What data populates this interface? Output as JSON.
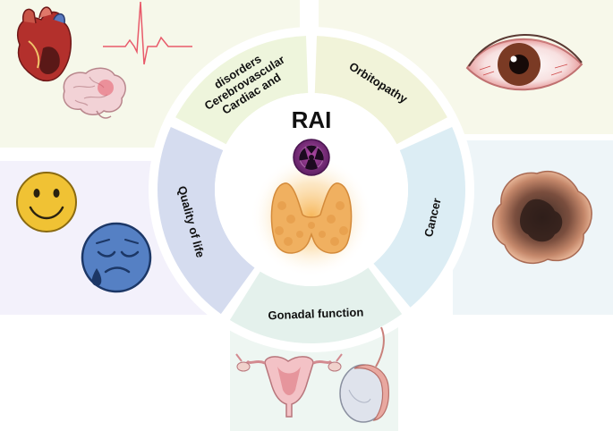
{
  "center": {
    "title": "RAI"
  },
  "segments": [
    {
      "id": "cardiac",
      "lines": [
        "Cardiac and",
        "Cerebrovascular",
        "disorders"
      ],
      "color": "#eef5dc"
    },
    {
      "id": "orbitopathy",
      "lines": [
        "Orbitopathy"
      ],
      "color": "#f1f3d9"
    },
    {
      "id": "cancer",
      "lines": [
        "Cancer"
      ],
      "color": "#dcedf4"
    },
    {
      "id": "gonadal",
      "lines": [
        "Gonadal function"
      ],
      "color": "#e4f1ec"
    },
    {
      "id": "quality",
      "lines": [
        "Quality of life"
      ],
      "color": "#d5dcef"
    }
  ],
  "colors": {
    "ring_outer": "#ffffff",
    "glow": "#f6b352",
    "thyroid": "#f0b060",
    "radiation": "#7b2a7e",
    "panel_cardiac": "#f6f8ea",
    "panel_orbito": "#f7f8ea",
    "panel_cancer": "#eef5f8",
    "panel_quality": "#f3f1fb",
    "panel_gonadal": "#eef6f2"
  },
  "icons": [
    "heart-icon",
    "ecg-icon",
    "brain-icon",
    "eye-icon",
    "tumor-icon",
    "smiley-icon",
    "sad-face-icon",
    "uterus-icon",
    "testis-icon",
    "thyroid-icon",
    "radiation-icon"
  ]
}
